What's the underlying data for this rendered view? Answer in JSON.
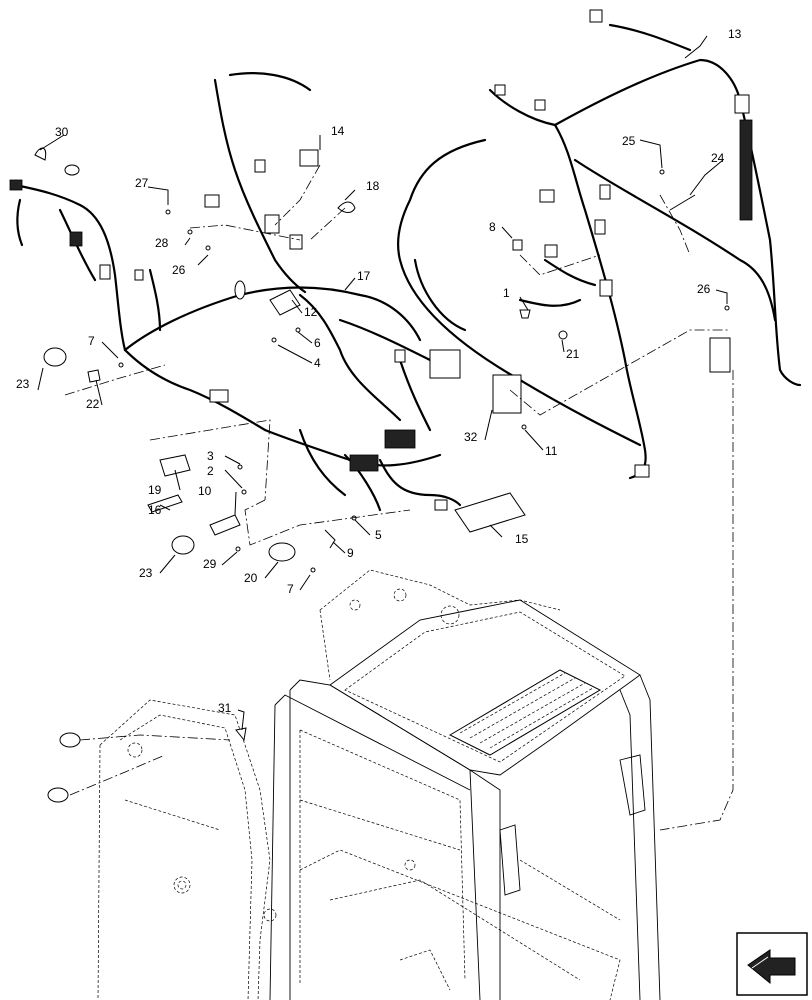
{
  "callouts": [
    {
      "id": "c1",
      "label": "1"
    },
    {
      "id": "c2",
      "label": "2"
    },
    {
      "id": "c3",
      "label": "3"
    },
    {
      "id": "c4",
      "label": "4"
    },
    {
      "id": "c5",
      "label": "5"
    },
    {
      "id": "c6",
      "label": "6"
    },
    {
      "id": "c7a",
      "label": "7"
    },
    {
      "id": "c7b",
      "label": "7"
    },
    {
      "id": "c8",
      "label": "8"
    },
    {
      "id": "c9",
      "label": "9"
    },
    {
      "id": "c10",
      "label": "10"
    },
    {
      "id": "c11",
      "label": "11"
    },
    {
      "id": "c12",
      "label": "12"
    },
    {
      "id": "c13",
      "label": "13"
    },
    {
      "id": "c14",
      "label": "14"
    },
    {
      "id": "c15",
      "label": "15"
    },
    {
      "id": "c16",
      "label": "16"
    },
    {
      "id": "c17",
      "label": "17"
    },
    {
      "id": "c18",
      "label": "18"
    },
    {
      "id": "c19",
      "label": "19"
    },
    {
      "id": "c20",
      "label": "20"
    },
    {
      "id": "c21",
      "label": "21"
    },
    {
      "id": "c22",
      "label": "22"
    },
    {
      "id": "c23a",
      "label": "23"
    },
    {
      "id": "c23b",
      "label": "23"
    },
    {
      "id": "c24",
      "label": "24"
    },
    {
      "id": "c25",
      "label": "25"
    },
    {
      "id": "c26a",
      "label": "26"
    },
    {
      "id": "c26b",
      "label": "26"
    },
    {
      "id": "c27",
      "label": "27"
    },
    {
      "id": "c28",
      "label": "28"
    },
    {
      "id": "c29",
      "label": "29"
    },
    {
      "id": "c30",
      "label": "30"
    },
    {
      "id": "c31",
      "label": "31"
    },
    {
      "id": "c32",
      "label": "32"
    }
  ],
  "icons": {
    "orientation": "direction-arrow-icon"
  }
}
